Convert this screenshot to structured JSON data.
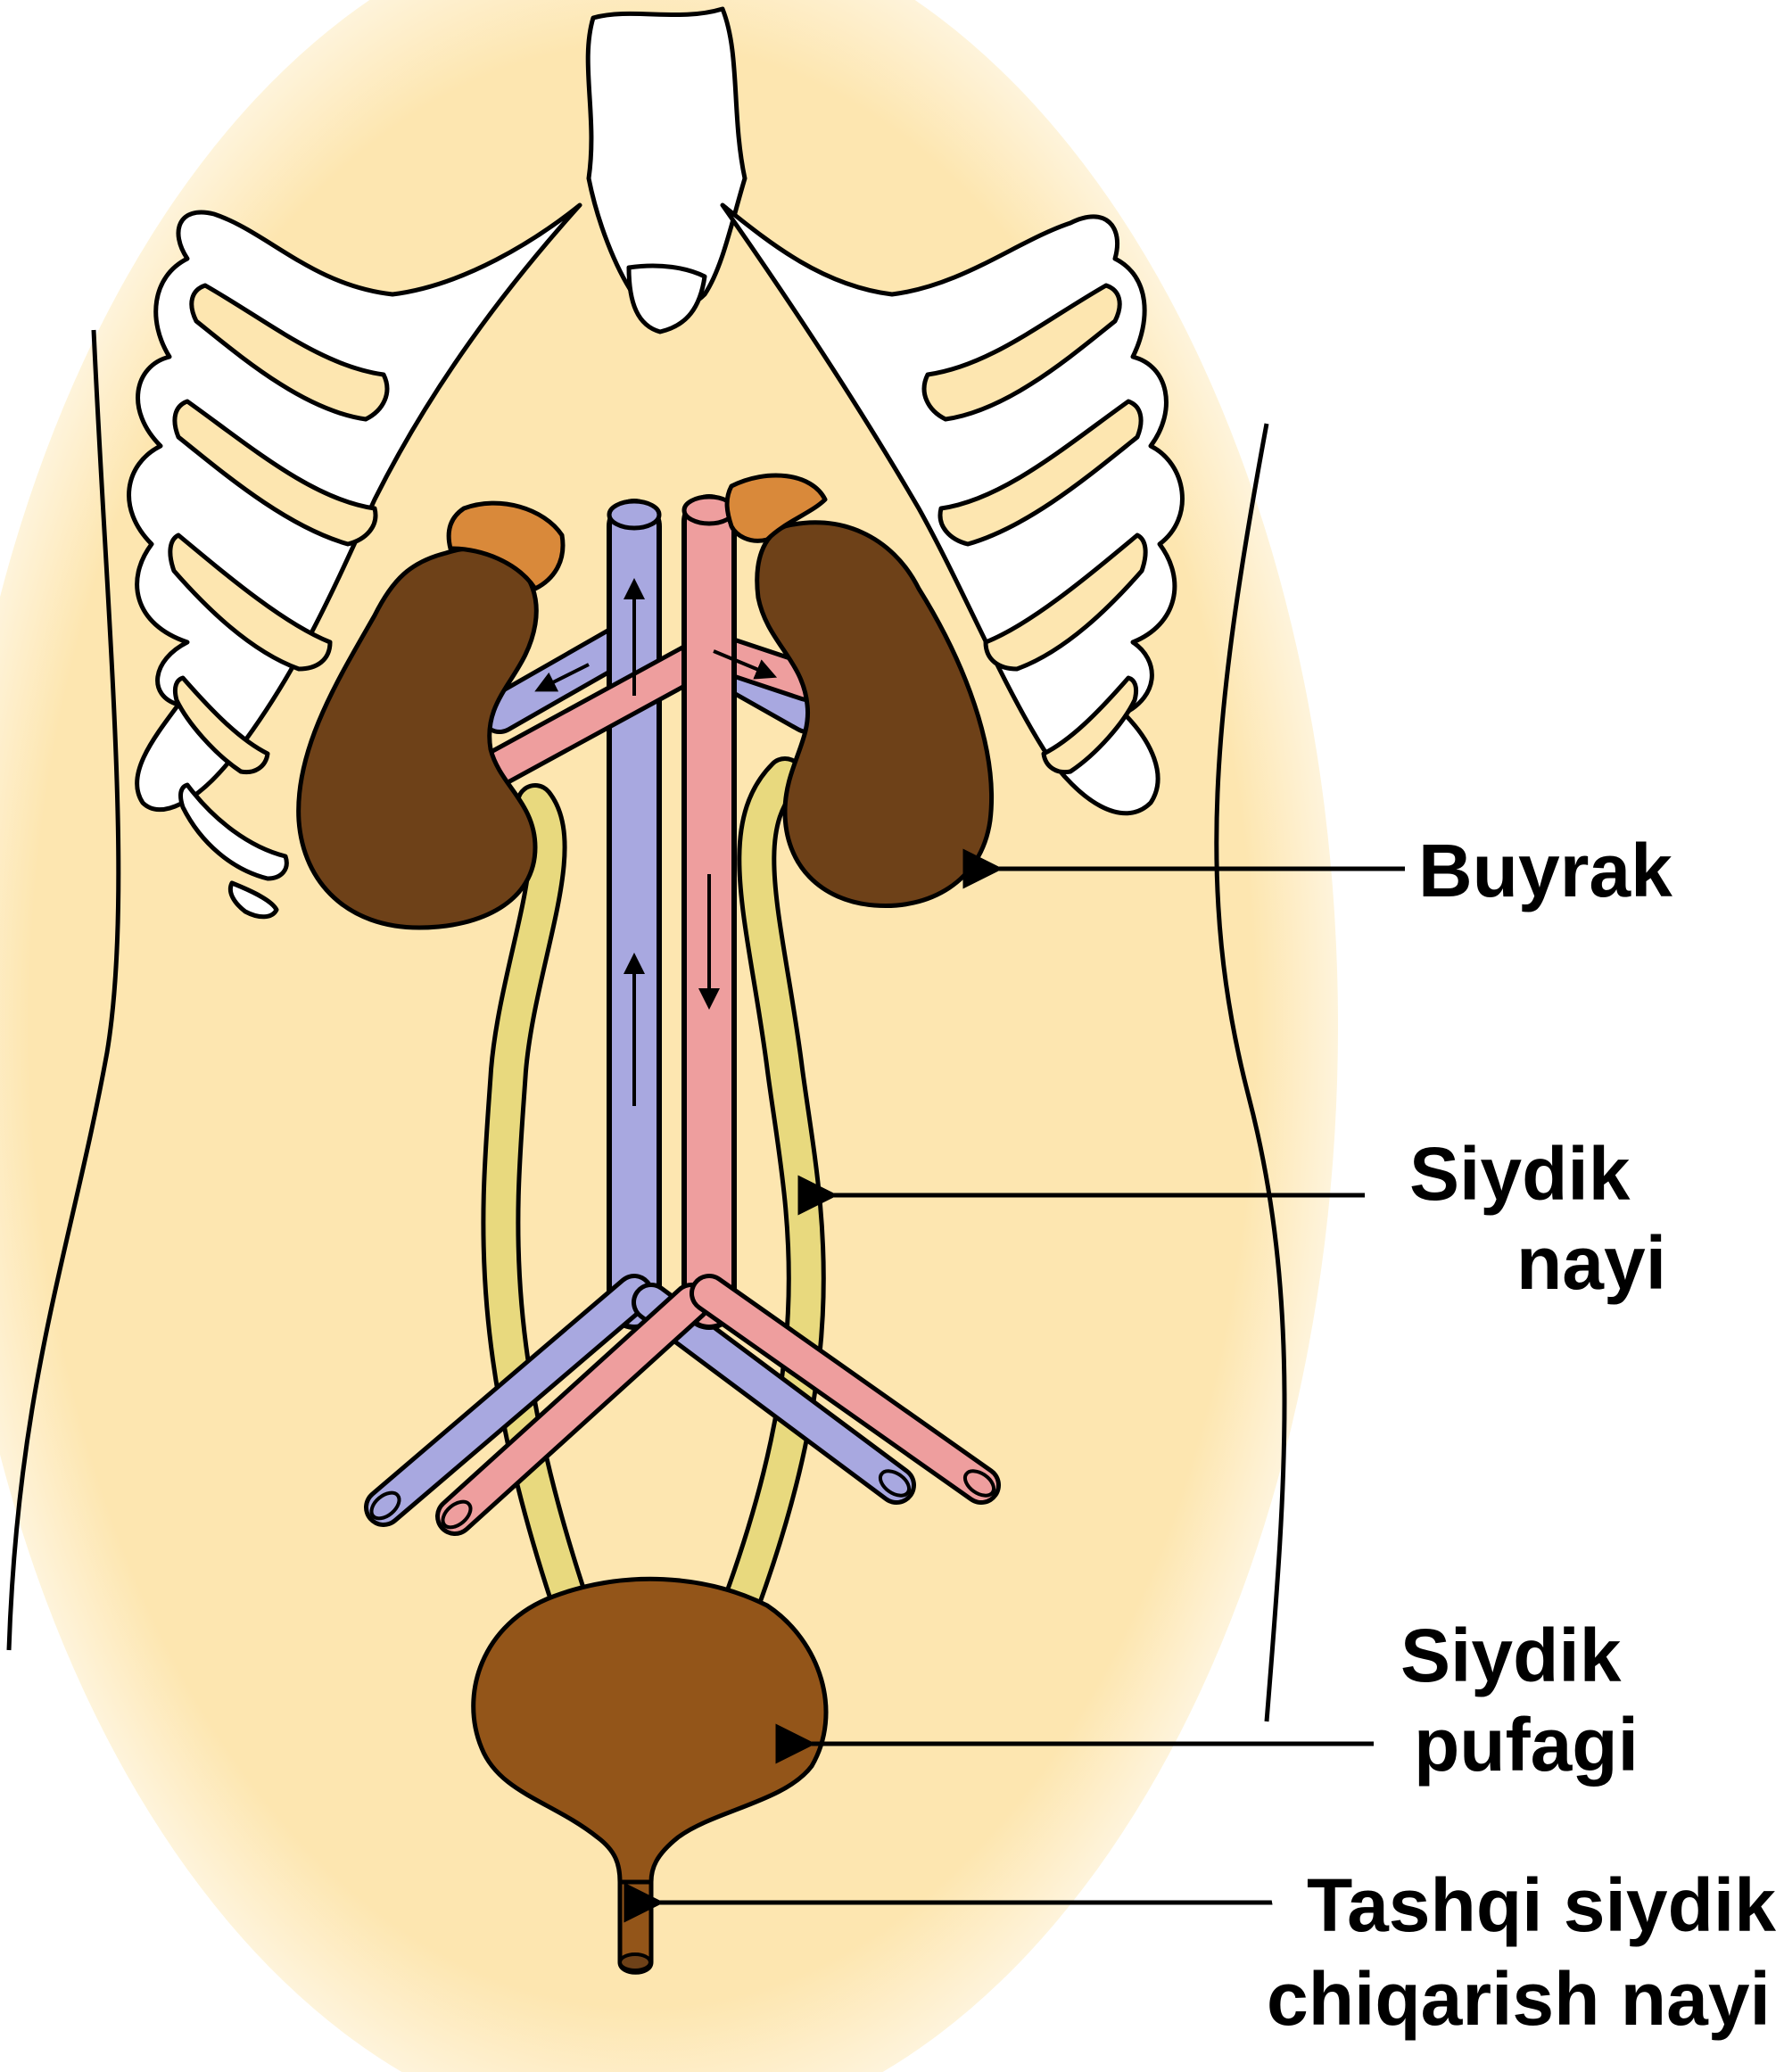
{
  "labels": {
    "kidney": "Buyrak",
    "ureter_line1": "Siydik",
    "ureter_line2": "nayi",
    "bladder_line1": "Siydik",
    "bladder_line2": "pufagi",
    "urethra_line1": "Tashqi siydik",
    "urethra_line2": "chiqarish nayi"
  },
  "colors": {
    "background_glow": "#fde6b0",
    "bone": "#ffffff",
    "kidney": "#6e4118",
    "adrenal": "#d9893a",
    "ureter": "#e8d97e",
    "vena_cava": "#a8a8e0",
    "aorta": "#ee9e9e",
    "bladder": "#935519",
    "outline": "#000000"
  },
  "icons": {
    "pointer": "arrow-left-icon"
  }
}
